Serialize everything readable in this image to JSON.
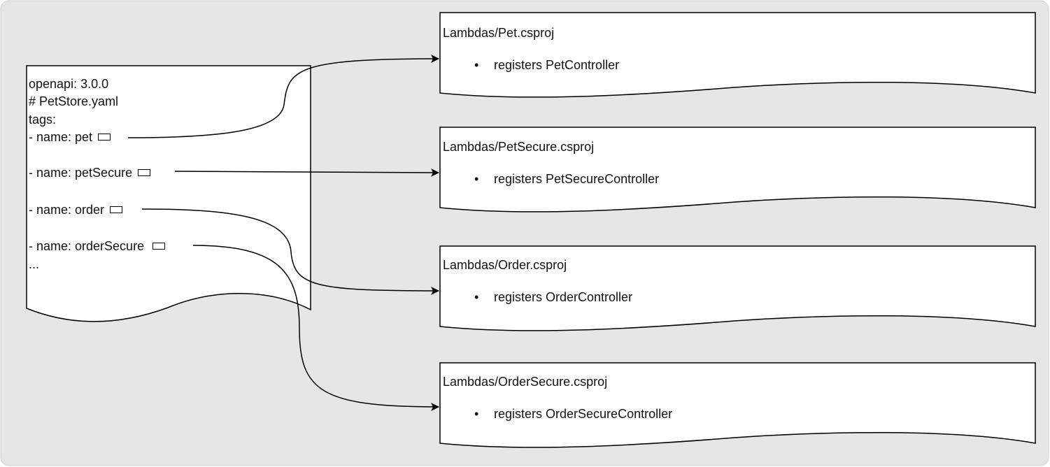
{
  "yaml": {
    "lines": [
      "openapi: 3.0.0",
      "# PetStore.yaml",
      "tags:",
      "- name: pet",
      "- name: petSecure",
      "- name: order",
      "- name: orderSecure",
      "..."
    ]
  },
  "lambdas": [
    {
      "title": "Lambdas/Pet.csproj",
      "bullet": "registers PetController"
    },
    {
      "title": "Lambdas/PetSecure.csproj",
      "bullet": "registers PetSecureController"
    },
    {
      "title": "Lambdas/Order.csproj",
      "bullet": "registers OrderController"
    },
    {
      "title": "Lambdas/OrderSecure.csproj",
      "bullet": "registers OrderSecureController"
    }
  ],
  "colors": {
    "canvas": "#e6e6e6",
    "shape_fill": "#ffffff",
    "stroke": "#000000"
  }
}
